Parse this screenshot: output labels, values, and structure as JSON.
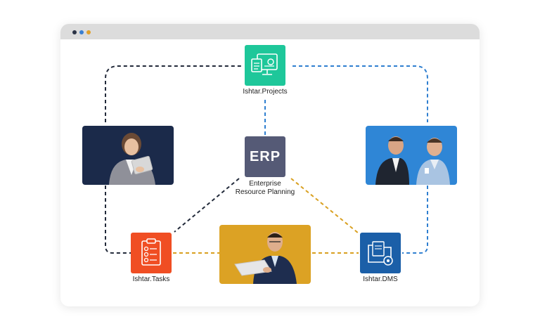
{
  "colors": {
    "projects": "#1ec79a",
    "erp": "#555a76",
    "tasks": "#f04e23",
    "dms": "#1b5fa8",
    "line_dark": "#222a3a",
    "line_blue": "#2f7fd0",
    "line_gold": "#d9a020",
    "photo_navy": "#1b2a4a",
    "photo_blue": "#2f86d6",
    "photo_gold": "#dca224",
    "dot_red": "#2c3446",
    "dot_blue": "#3a7fd0",
    "dot_gold": "#e1a12a"
  },
  "nodes": {
    "projects": {
      "label": "Ishtar.Projects",
      "icon": "monitor-documents-icon"
    },
    "erp": {
      "title": "ERP",
      "label_line1": "Enterprise",
      "label_line2": "Resource Planning"
    },
    "tasks": {
      "label": "Ishtar.Tasks",
      "icon": "clipboard-checklist-icon"
    },
    "dms": {
      "label": "Ishtar.DMS",
      "icon": "folder-gear-icon"
    }
  },
  "photos": {
    "left": "woman-with-tablet",
    "right": "two-businessmen-talking",
    "center": "man-with-laptop"
  }
}
